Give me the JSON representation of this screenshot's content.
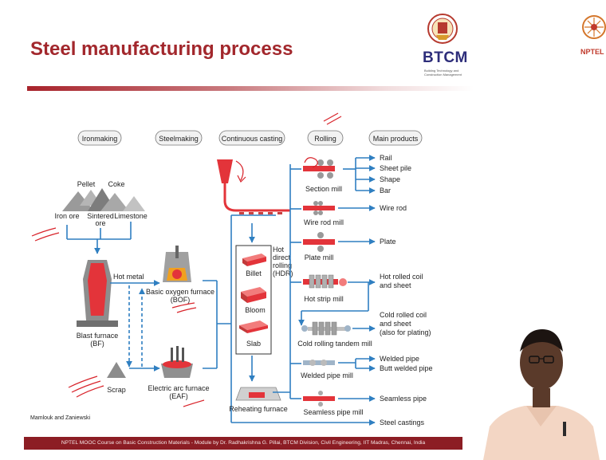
{
  "slide": {
    "title": "Steel manufacturing process",
    "footer": "NPTEL MOOC Course on Basic Construction Materials - Module by Dr. Radhakrishna G. Pillai, BTCM Division, Civil Engineering, IIT Madras, Chennai, India",
    "logo_btcm": "BTCM",
    "logo_btcm_sub": "Building Technology and Construction Management",
    "logo_nptel": "NPTEL"
  },
  "diagram": {
    "stages": {
      "ironmaking": "Ironmaking",
      "steelmaking": "Steelmaking",
      "continuous_casting": "Continuous casting",
      "rolling": "Rolling",
      "main_products": "Main products"
    },
    "raw": {
      "pellet": "Pellet",
      "coke": "Coke",
      "iron_ore": "Iron ore",
      "sintered_ore_1": "Sintered",
      "sintered_ore_2": "ore",
      "limestone": "Limestone",
      "scrap": "Scrap"
    },
    "furnaces": {
      "hot_metal": "Hot metal",
      "blast_furnace_1": "Blast furnace",
      "blast_furnace_2": "(BF)",
      "bof_1": "Basic oxygen furnace",
      "bof_2": "(BOF)",
      "eaf_1": "Electric arc furnace",
      "eaf_2": "(EAF)"
    },
    "casting": {
      "billet": "Billet",
      "bloom": "Bloom",
      "slab": "Slab",
      "hdr_1": "Hot",
      "hdr_2": "direct",
      "hdr_3": "rolling",
      "hdr_4": "(HDR)",
      "reheating": "Reheating furnace"
    },
    "mills": {
      "section": "Section mill",
      "wire_rod": "Wire rod mill",
      "plate": "Plate mill",
      "hot_strip": "Hot strip mill",
      "cold_rolling": "Cold rolling tandem mill",
      "welded_pipe": "Welded pipe mill",
      "seamless_pipe": "Seamless pipe mill"
    },
    "products": {
      "rail": "Rail",
      "sheet_pile": "Sheet pile",
      "shape": "Shape",
      "bar": "Bar",
      "wire_rod": "Wire rod",
      "plate": "Plate",
      "hot_rolled_1": "Hot rolled coil",
      "hot_rolled_2": "and sheet",
      "cold_rolled_1": "Cold rolled coil",
      "cold_rolled_2": "and sheet",
      "cold_rolled_3": "(also for plating)",
      "welded_pipe": "Welded pipe",
      "butt_welded_pipe": "Butt welded pipe",
      "seamless_pipe": "Seamless pipe",
      "steel_castings": "Steel castings"
    },
    "credit": "Mamlouk and Zaniewski"
  },
  "colors": {
    "accent": "#a2272c",
    "diagram_blue": "#2f7fc1",
    "molten_red": "#e3343a",
    "footer_bg": "#8c1d24"
  }
}
